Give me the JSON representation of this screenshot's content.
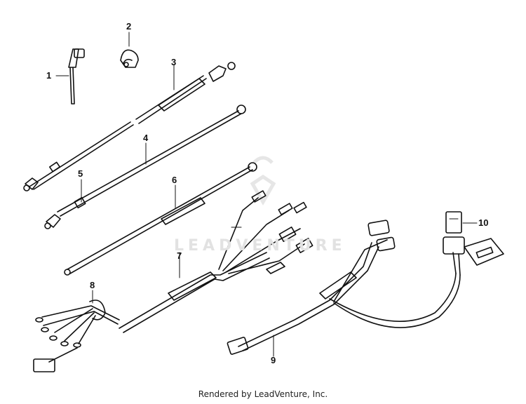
{
  "diagram": {
    "watermark_text": "LEADVENTURE",
    "footer": "Rendered by LeadVenture, Inc.",
    "labels": [
      {
        "id": "1",
        "text": "1"
      },
      {
        "id": "2",
        "text": "2"
      },
      {
        "id": "3",
        "text": "3"
      },
      {
        "id": "4",
        "text": "4"
      },
      {
        "id": "5",
        "text": "5"
      },
      {
        "id": "6",
        "text": "6"
      },
      {
        "id": "7",
        "text": "7"
      },
      {
        "id": "8",
        "text": "8"
      },
      {
        "id": "9",
        "text": "9"
      },
      {
        "id": "10",
        "text": "10"
      }
    ]
  }
}
